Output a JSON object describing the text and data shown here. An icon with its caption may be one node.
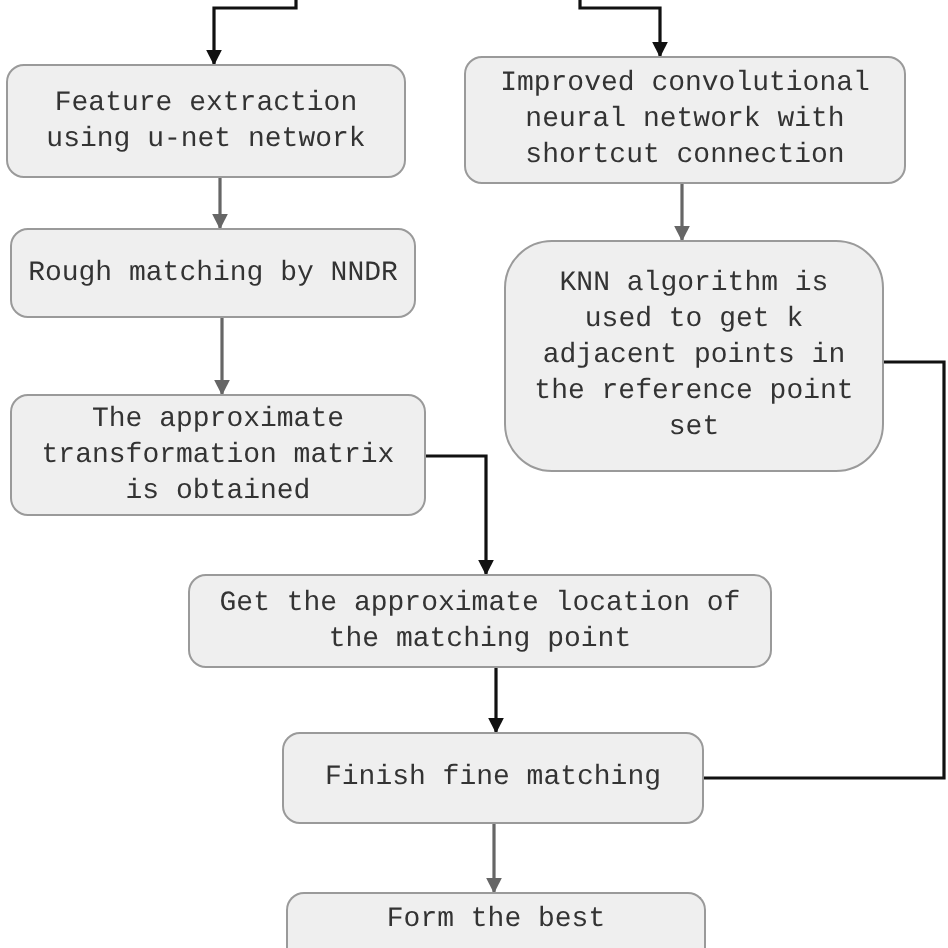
{
  "diagram": {
    "nodes": [
      {
        "text": [
          "Feature extraction using u-net network"
        ]
      },
      {
        "text": [
          "Improved convolutional neural network with shortcut connection"
        ]
      },
      {
        "text": [
          "Rough matching by NNDR"
        ]
      },
      {
        "text": [
          "KNN algorithm is used to get k adjacent points in the reference point set"
        ]
      },
      {
        "text": [
          "The approximate transformation matrix is obtained"
        ]
      },
      {
        "text": [
          "Get the approximate location of the matching point"
        ]
      },
      {
        "text": [
          "Finish fine matching"
        ]
      },
      {
        "text": [
          "Form the best"
        ]
      }
    ],
    "edges": [
      {
        "from": null,
        "to": 0,
        "arrow": "to"
      },
      {
        "from": null,
        "to": 1,
        "arrow": "to"
      },
      {
        "from": 0,
        "to": 2,
        "arrow": "to",
        "color": "#666666"
      },
      {
        "from": 1,
        "to": 3,
        "arrow": "to",
        "color": "#666666"
      },
      {
        "from": 2,
        "to": 4,
        "arrow": "to",
        "color": "#666666"
      },
      {
        "from": 4,
        "to": 5,
        "arrow": "to"
      },
      {
        "from": 3,
        "to": 6,
        "arrow": "none"
      },
      {
        "from": 5,
        "to": 6,
        "arrow": "to"
      },
      {
        "from": 6,
        "to": 7,
        "arrow": "to",
        "color": "#666666"
      }
    ]
  }
}
